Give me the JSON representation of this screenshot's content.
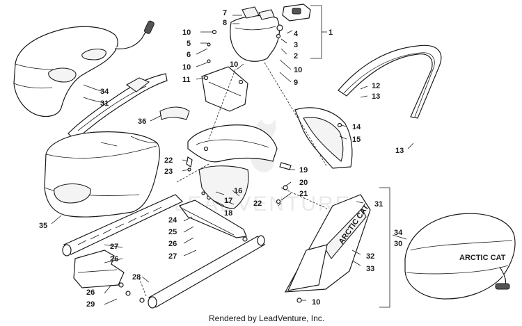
{
  "labels": {
    "l1": "1",
    "l2": "2",
    "l3": "3",
    "l4": "4",
    "l5": "5",
    "l6": "6",
    "l7": "7",
    "l8": "8",
    "l9": "9",
    "l10a": "10",
    "l10b": "10",
    "l10c": "10",
    "l10d": "10",
    "l10e": "10",
    "l11": "11",
    "l12": "12",
    "l13a": "13",
    "l13b": "13",
    "l14": "14",
    "l15": "15",
    "l16": "16",
    "l17": "17",
    "l18": "18",
    "l19": "19",
    "l20": "20",
    "l21": "21",
    "l22a": "22",
    "l22b": "22",
    "l23": "23",
    "l24": "24",
    "l25": "25",
    "l26a": "26",
    "l26b": "26",
    "l26c": "26",
    "l27a": "27",
    "l27b": "27",
    "l28": "28",
    "l29": "29",
    "l30": "30",
    "l31a": "31",
    "l31b": "31",
    "l32": "32",
    "l33": "33",
    "l34a": "34",
    "l34b": "34",
    "l35": "35",
    "l36": "36"
  },
  "footer": "Rendered by LeadVenture, Inc.",
  "watermark": "LEADVENTURE",
  "decals": {
    "bag": "ARCTIC CAT",
    "panel": "ARCTIC CAT"
  }
}
